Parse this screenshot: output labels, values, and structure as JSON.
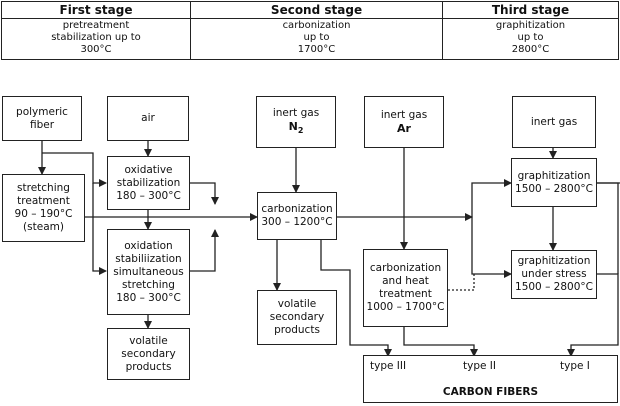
{
  "stages": [
    {
      "title": "First stage",
      "lines": [
        "pretreatment",
        "stabilization up to",
        "300°C"
      ]
    },
    {
      "title": "Second stage",
      "lines": [
        "carbonization",
        "up to",
        "1700°C"
      ]
    },
    {
      "title": "Third stage",
      "lines": [
        "graphitization",
        "up to",
        "2800°C"
      ]
    }
  ],
  "boxes": {
    "polymeric_fiber": [
      "polymeric",
      "fiber"
    ],
    "air": "air",
    "inert_gas_n2": {
      "line1": "inert gas",
      "symbol": "N",
      "subscript": "2"
    },
    "inert_gas_ar": {
      "line1": "inert gas",
      "symbol": "Ar"
    },
    "inert_gas": "inert gas",
    "stretching_treatment": [
      "stretching",
      "treatment",
      "90 – 190°C",
      "(steam)"
    ],
    "oxidative_stabilization": [
      "oxidative",
      "stabilization",
      "180 – 300°C"
    ],
    "oxidation_simultaneous_stretching": [
      "oxidation",
      "stabiliization",
      "simultaneous",
      "stretching",
      "180 – 300°C"
    ],
    "volatile_products_first": [
      "volatile",
      "secondary",
      "products"
    ],
    "carbonization": [
      "carbonization",
      "300 – 1200°C"
    ],
    "volatile_products_second": [
      "volatile",
      "secondary",
      "products"
    ],
    "carbonization_heat_treatment": [
      "carbonization",
      "and heat",
      "treatment",
      "1000 – 1700°C"
    ],
    "graphitization": [
      "graphitization",
      "1500 – 2800°C"
    ],
    "graphitization_under_stress": [
      "graphitization",
      "under stress",
      "1500 – 2800°C"
    ]
  },
  "products": {
    "title": "CARBON FIBERS",
    "types": [
      "type III",
      "type II",
      "type I"
    ]
  }
}
